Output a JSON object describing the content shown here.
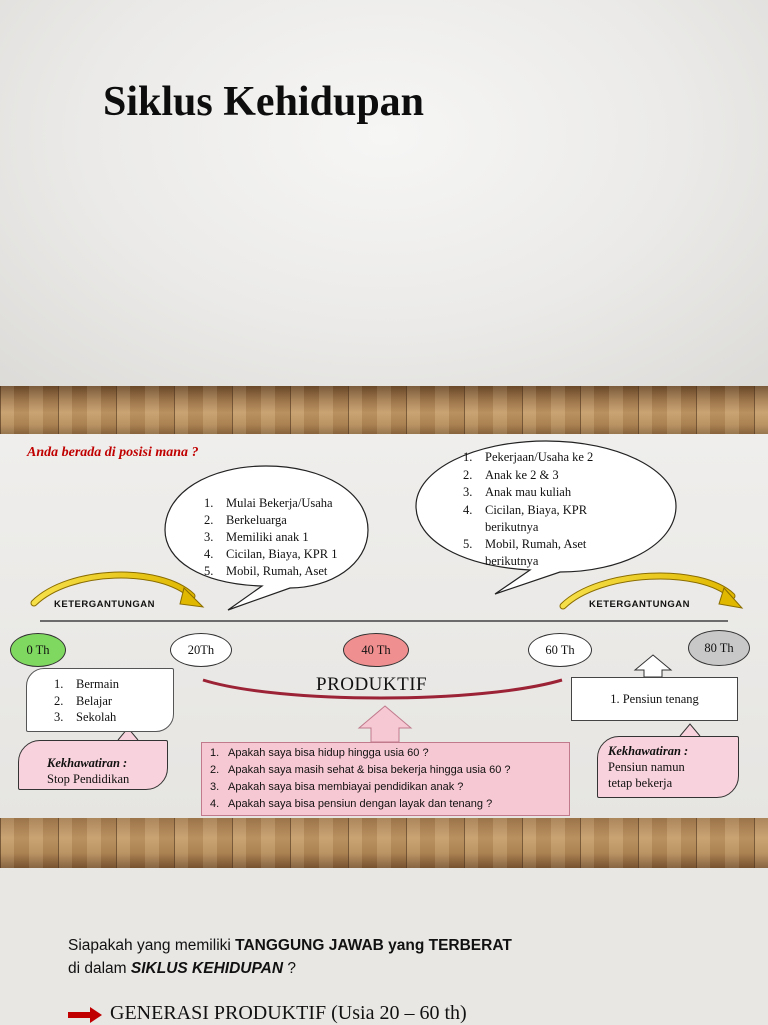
{
  "title": "Siklus Kehidupan",
  "question": "Anda berada di posisi mana ?",
  "bubble_20": {
    "items": [
      "Mulai Bekerja/Usaha",
      "Berkeluarga",
      "Memiliki anak 1",
      "Cicilan, Biaya, KPR 1",
      "Mobil, Rumah,  Aset"
    ]
  },
  "bubble_40": {
    "items": [
      "Pekerjaan/Usaha ke 2",
      "Anak ke 2 & 3",
      "Anak mau kuliah",
      "Cicilan, Biaya, KPR berikutnya",
      "Mobil, Rumah, Aset berikutnya"
    ]
  },
  "dependency_left": "KETERGANTUNGAN",
  "dependency_right": "KETERGANTUNGAN",
  "ages": {
    "a0": "0 Th",
    "a20": "20Th",
    "a40": "40 Th",
    "a60": "60 Th",
    "a80": "80 Th"
  },
  "produktif_label": "PRODUKTIF",
  "childhood": [
    "Bermain",
    "Belajar",
    "Sekolah"
  ],
  "retirement": "1. Pensiun tenang",
  "worry_left": {
    "title": "Kekhawatiran :",
    "text": "Stop Pendidikan"
  },
  "worry_right": {
    "title": "Kekhawatiran :",
    "text_line1": "Pensiun namun",
    "text_line2": "tetap bekerja"
  },
  "questions": [
    "Apakah saya bisa hidup hingga usia 60 ?",
    "Apakah saya masih sehat & bisa bekerja hingga usia 60 ?",
    "Apakah saya bisa membiayai pendidikan anak ?",
    "Apakah saya bisa pensiun dengan layak dan tenang ?"
  ],
  "bottom": {
    "line1_prefix": "Siapakah yang memiliki ",
    "line1_bold": "TANGGUNG JAWAB yang TERBERAT",
    "line2_prefix": "di dalam ",
    "line2_bold_italic": "SIKLUS KEHIDUPAN",
    "line2_suffix": " ?",
    "generation": "GENERASI PRODUKTIF (Usia 20 – 60 th)"
  },
  "colors": {
    "question_red": "#c00000",
    "age0_green": "#7fd85f",
    "age40_pink": "#f08f8f",
    "age80_gray": "#c8c8c8",
    "worry_pink": "#f8d2dc",
    "qbox_pink": "#f6c8d3",
    "arc_maroon": "#9b2335",
    "arrow_yellow": "#f2d21b",
    "arrow_red": "#c00000"
  },
  "icons": {
    "dependency": "curved-arrow-icon",
    "retirement": "up-arrow-icon",
    "productive": "up-arrow-icon",
    "bullet": "right-arrow-icon"
  }
}
